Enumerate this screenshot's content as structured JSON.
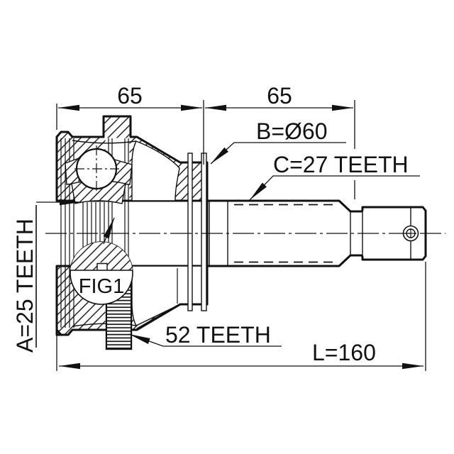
{
  "drawing": {
    "type": "cv-joint-outer-technical-drawing",
    "dimensions": {
      "top_left_span": "65",
      "top_right_span": "65",
      "overall_length": "L=160",
      "body_diameter": "B=Ø60",
      "outer_spline": "C=27 TEETH",
      "inner_spline": "A=25 TEETH",
      "abs_ring": "52 TEETH",
      "figure_ref": "FIG1"
    },
    "colors": {
      "line": "#111111",
      "background": "#ffffff"
    }
  }
}
